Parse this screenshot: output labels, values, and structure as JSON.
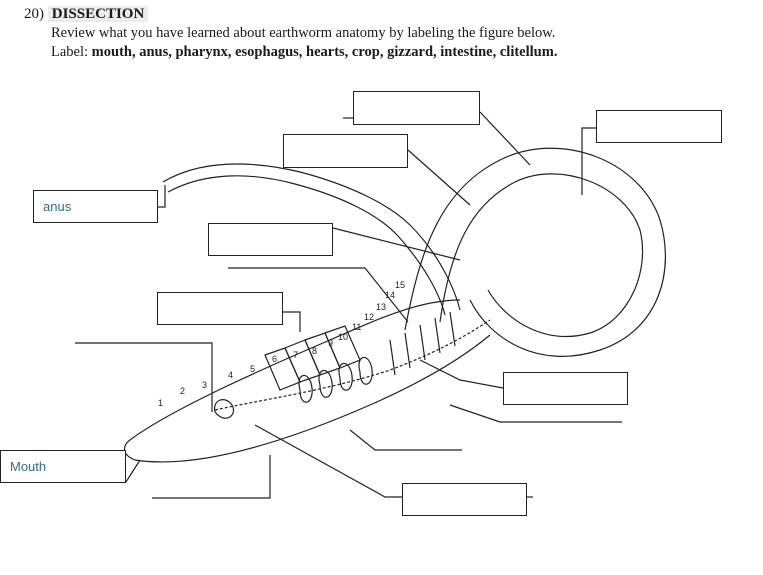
{
  "question": {
    "number": "20)",
    "title": "DISSECTION",
    "instruction": "Review what you have learned about earthworm anatomy by labeling the figure below.",
    "label_prefix": "Label:",
    "terms": "mouth, anus, pharynx, esophagus, hearts, crop, gizzard, intestine, clitellum."
  },
  "segment_numbers": [
    "1",
    "2",
    "3",
    "4",
    "5",
    "6",
    "7",
    "8",
    "9",
    "10",
    "11",
    "12",
    "13",
    "14",
    "15"
  ],
  "answers": {
    "anus": "anus",
    "mouth": "Mouth"
  },
  "colors": {
    "answer_text": "#2f6f8f",
    "line": "#222222"
  }
}
